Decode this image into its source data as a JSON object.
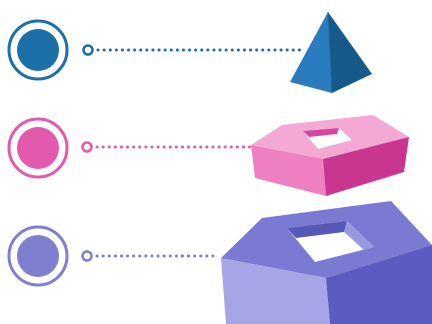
{
  "colors": {
    "blue": "#1d6fa8",
    "pink": "#e25aae",
    "purple": "#7f7fd0"
  },
  "layers": [
    {
      "name": "top-layer",
      "shape": "pyramid",
      "color": "#1d6fa8"
    },
    {
      "name": "middle-layer",
      "shape": "square-frame",
      "color": "#e25aae"
    },
    {
      "name": "bottom-layer",
      "shape": "square-frame",
      "color": "#7f7fd0"
    }
  ]
}
